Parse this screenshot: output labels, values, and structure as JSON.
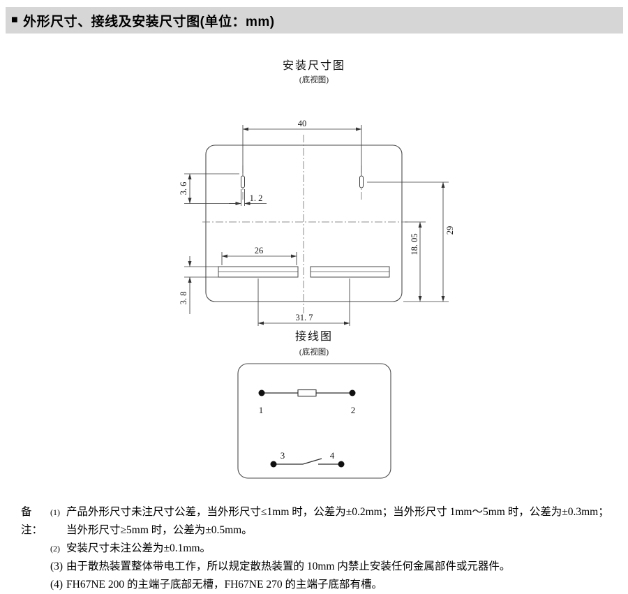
{
  "header": {
    "bullet": "■",
    "title": "外形尺寸、接线及安装尺寸图(单位：mm)",
    "bg": "#d6d6d6"
  },
  "install_diagram": {
    "title": "安装尺寸图",
    "subtitle": "(底视图)",
    "dimensions": {
      "pin_spacing": "40",
      "pin_width": "1. 2",
      "pin_offset": "3. 6",
      "slot_length": "26",
      "slot_height": "3. 8",
      "slot_center_spacing": "31. 7",
      "inner_height": "18. 05",
      "body_height": "29"
    }
  },
  "wiring_diagram": {
    "title": "接线图",
    "subtitle": "(底视图)",
    "terminals": {
      "t1": "1",
      "t2": "2",
      "t3": "3",
      "t4": "4"
    }
  },
  "notes": {
    "label": "备注：",
    "items": [
      {
        "num": "(1)",
        "text": "产品外形尺寸未注尺寸公差，当外形尺寸≤1mm 时，公差为±0.2mm；当外形尺寸 1mm～5mm 时，公差为±0.3mm；当外形尺寸≥5mm 时，公差为±0.5mm。"
      },
      {
        "num": "(2)",
        "text": "安装尺寸未注公差为±0.1mm。"
      },
      {
        "num": "(3)",
        "text": "由于散热装置整体带电工作，所以规定散热装置的 10mm 内禁止安装任何金属部件或元器件。"
      },
      {
        "num": "(4)",
        "text": "FH67NE 200 的主端子底部无槽，FH67NE 270 的主端子底部有槽。"
      }
    ]
  }
}
